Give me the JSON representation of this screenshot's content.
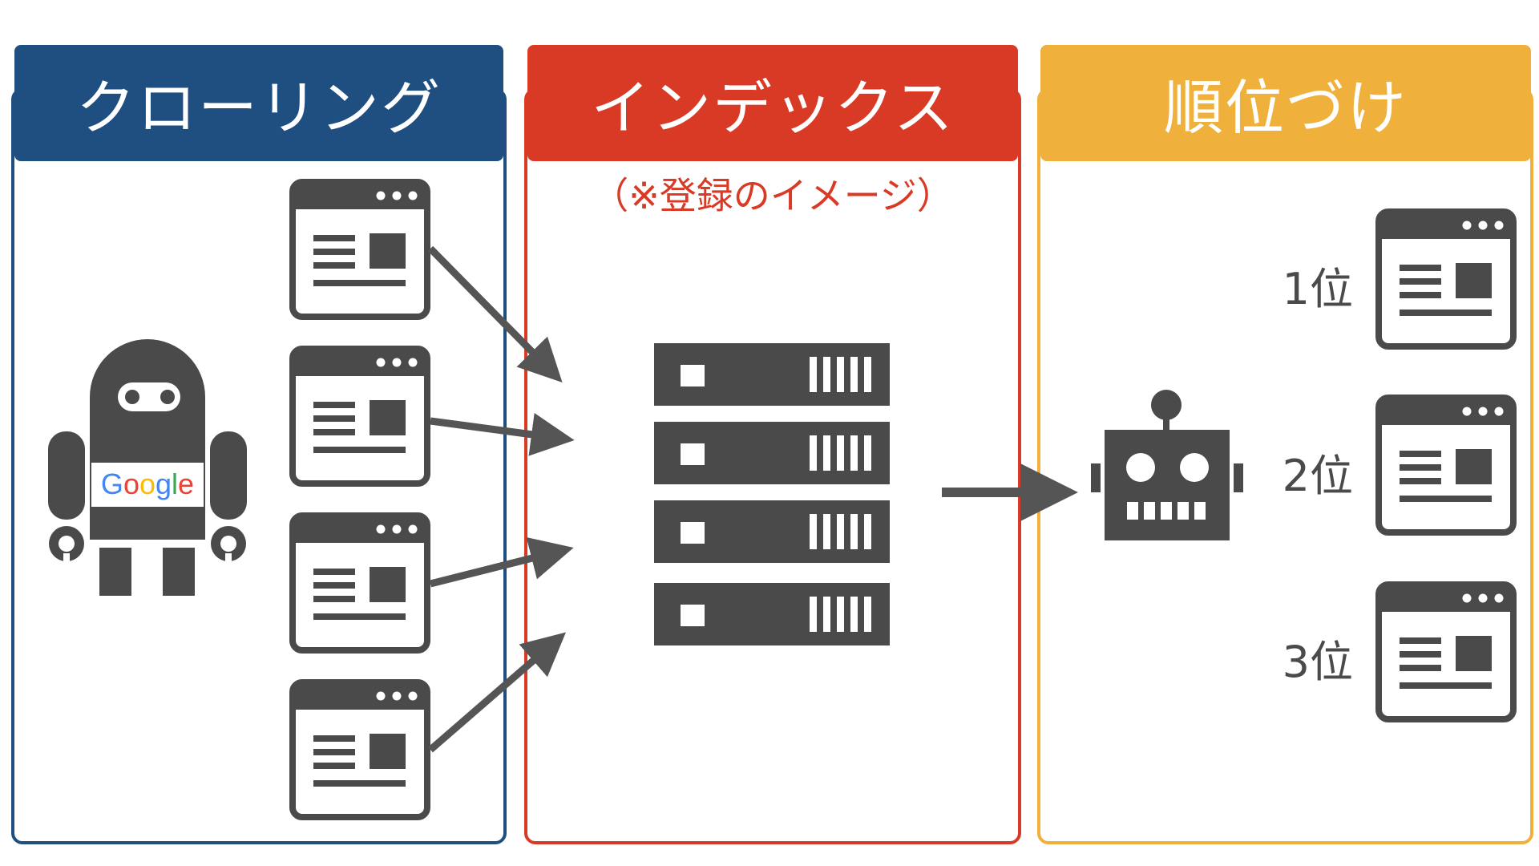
{
  "columns": [
    {
      "title": "クローリング",
      "color": "#1f4e80"
    },
    {
      "title": "インデックス",
      "color": "#d93a26",
      "subtitle": "（※登録のイメージ）"
    },
    {
      "title": "順位づけ",
      "color": "#efb03c"
    }
  ],
  "crawler": {
    "badge": "Google"
  },
  "ranks": [
    "1位",
    "2位",
    "3位"
  ],
  "icons": {
    "crawler": "google-crawler-robot-icon",
    "page": "web-page-icon",
    "server": "server-rack-icon",
    "ranking": "ranking-robot-icon"
  },
  "colors": {
    "icon": "#4a4a4a",
    "arrow": "#555555"
  }
}
